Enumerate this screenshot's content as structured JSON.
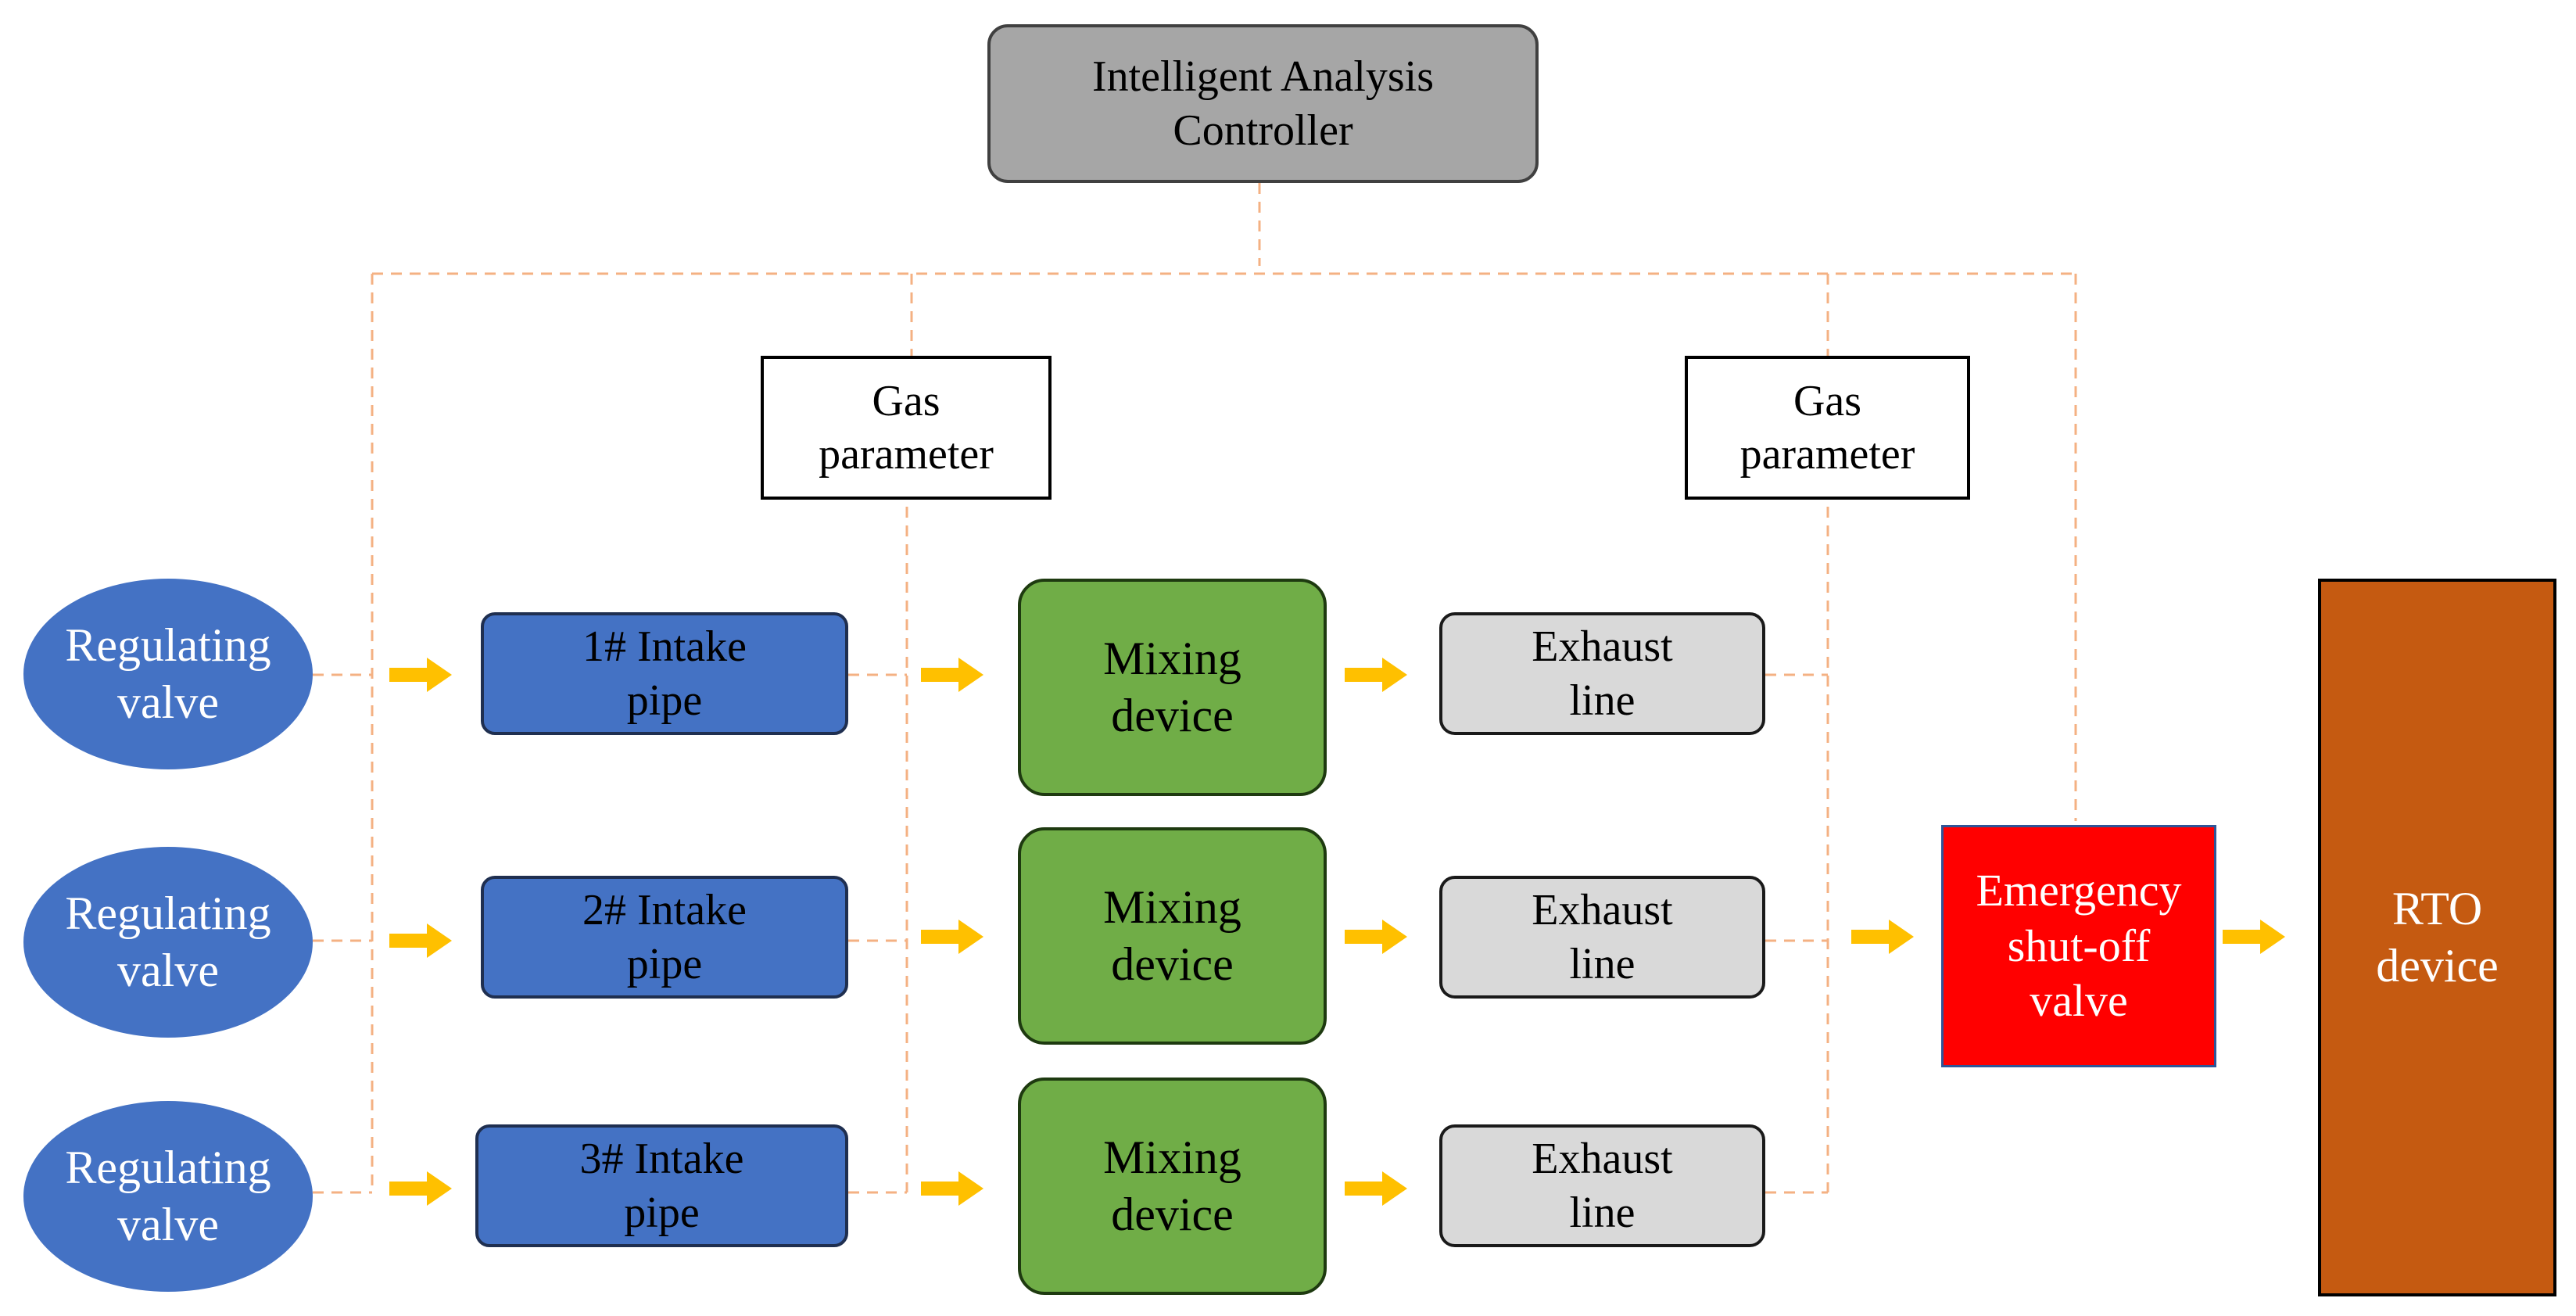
{
  "diagram": {
    "controller": {
      "label": "Intelligent Analysis\nController"
    },
    "gas_parameter_left": {
      "label": "Gas\nparameter"
    },
    "gas_parameter_right": {
      "label": "Gas\nparameter"
    },
    "rows": [
      {
        "valve": "Regulating\nvalve",
        "intake": "1# Intake\npipe",
        "mixing": "Mixing\ndevice",
        "exhaust": "Exhaust\nline"
      },
      {
        "valve": "Regulating\nvalve",
        "intake": "2# Intake\npipe",
        "mixing": "Mixing\ndevice",
        "exhaust": "Exhaust\nline"
      },
      {
        "valve": "Regulating\nvalve",
        "intake": "3# Intake\npipe",
        "mixing": "Mixing\ndevice",
        "exhaust": "Exhaust\nline"
      }
    ],
    "emergency_valve": {
      "label": "Emergency\nshut-off\nvalve"
    },
    "rto": {
      "label": "RTO\ndevice"
    }
  },
  "colors": {
    "controller": "#a6a6a6",
    "valve": "#4472c4",
    "intake_pipe": "#4472c4",
    "mixing_device": "#70ad47",
    "exhaust_line": "#d9d9d9",
    "emergency_valve": "#ff0000",
    "rto_device": "#c55a11",
    "signal_line": "#f4b183",
    "flow_arrow": "#ffc000"
  }
}
